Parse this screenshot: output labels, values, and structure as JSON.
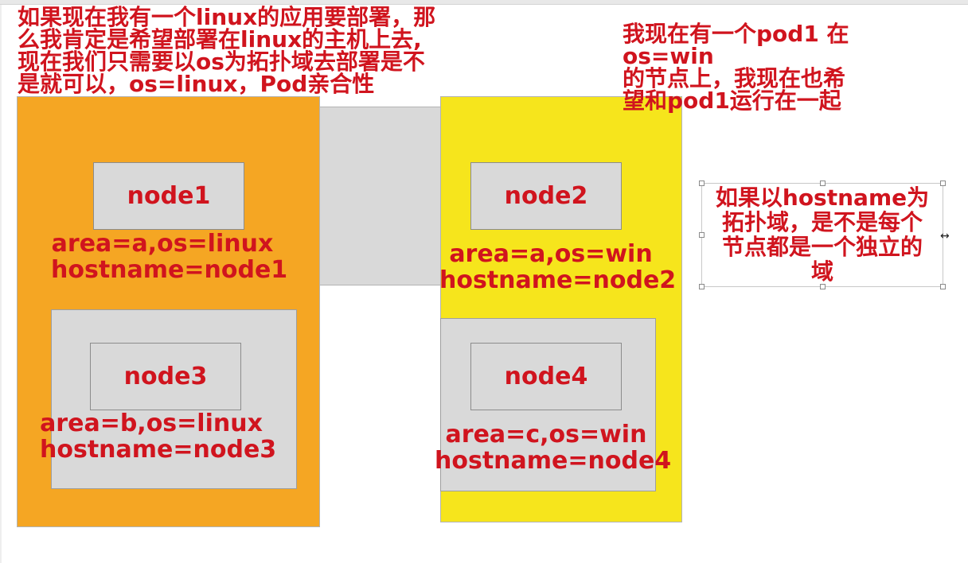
{
  "note_left_lines": [
    "如果现在我有一个linux的应用要部署，那",
    "么我肯定是希望部署在linux的主机上去,",
    "现在我们只需要以os为拓扑域去部署是不",
    "是就可以，os=linux，Pod亲合性"
  ],
  "note_right_lines": [
    "我现在有一个pod1 在",
    "os=win",
    "的节点上，我现在也希",
    "望和pod1运行在一起"
  ],
  "hostname_note_lines": [
    "如果以hostname为",
    "拓扑域，是不是每个",
    "节点都是一个独立的",
    "域"
  ],
  "nodes": {
    "node1": {
      "name": "node1",
      "labels": [
        "area=a,os=linux",
        "hostname=node1"
      ]
    },
    "node2": {
      "name": "node2",
      "labels": [
        "area=a,os=win",
        "hostname=node2"
      ]
    },
    "node3": {
      "name": "node3",
      "labels": [
        "area=b,os=linux",
        "hostname=node3"
      ]
    },
    "node4": {
      "name": "node4",
      "labels": [
        "area=c,os=win",
        "hostname=node4"
      ]
    }
  },
  "colors": {
    "linux_zone": "#f5a623",
    "win_zone": "#f6e51c",
    "node_fill": "#d9d9d9",
    "text": "#d0141e"
  },
  "cursor_icon": "resize-horizontal-icon"
}
